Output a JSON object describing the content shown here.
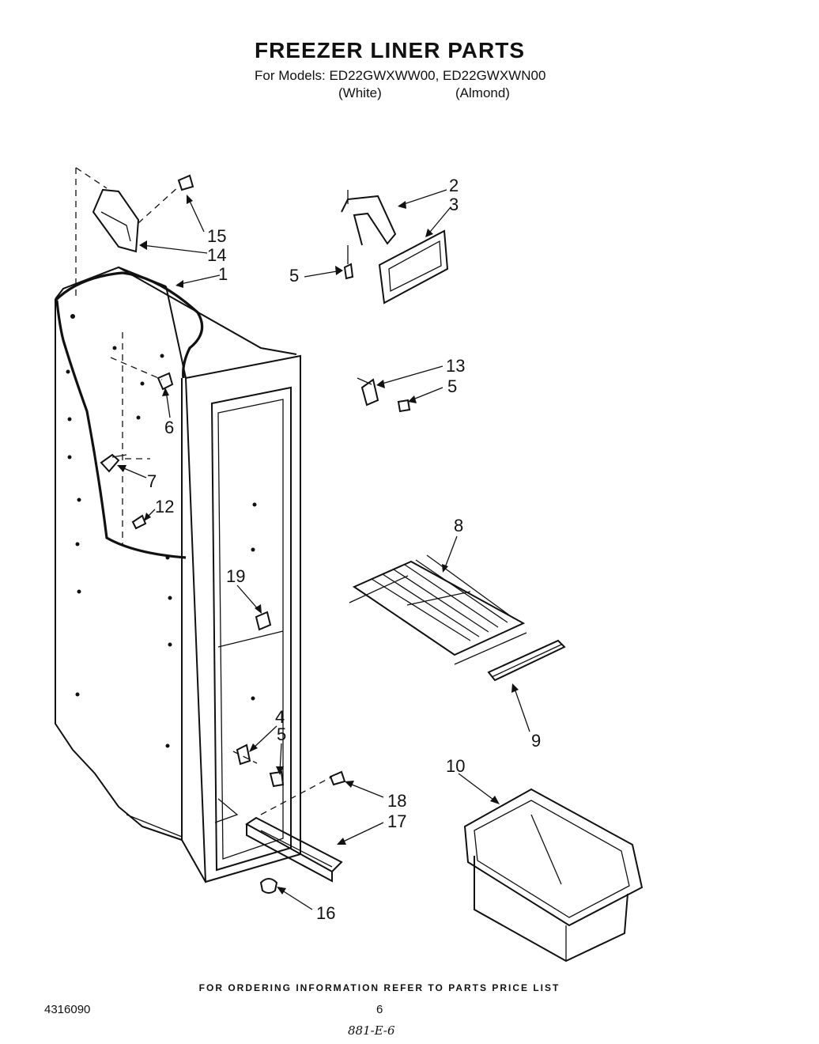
{
  "header": {
    "title": "FREEZER LINER PARTS",
    "models_line": "For Models: ED22GWXWW00, ED22GWXWN00",
    "color_white": "(White)",
    "color_almond": "(Almond)"
  },
  "callouts": [
    "1",
    "2",
    "3",
    "4",
    "5",
    "5",
    "5",
    "6",
    "7",
    "8",
    "9",
    "10",
    "12",
    "13",
    "14",
    "15",
    "16",
    "17",
    "18",
    "19"
  ],
  "footer": {
    "ordering_note": "FOR ORDERING INFORMATION REFER TO PARTS PRICE LIST",
    "doc_number": "4316090",
    "page_number": "6",
    "handwritten_code": "881-E-6"
  }
}
